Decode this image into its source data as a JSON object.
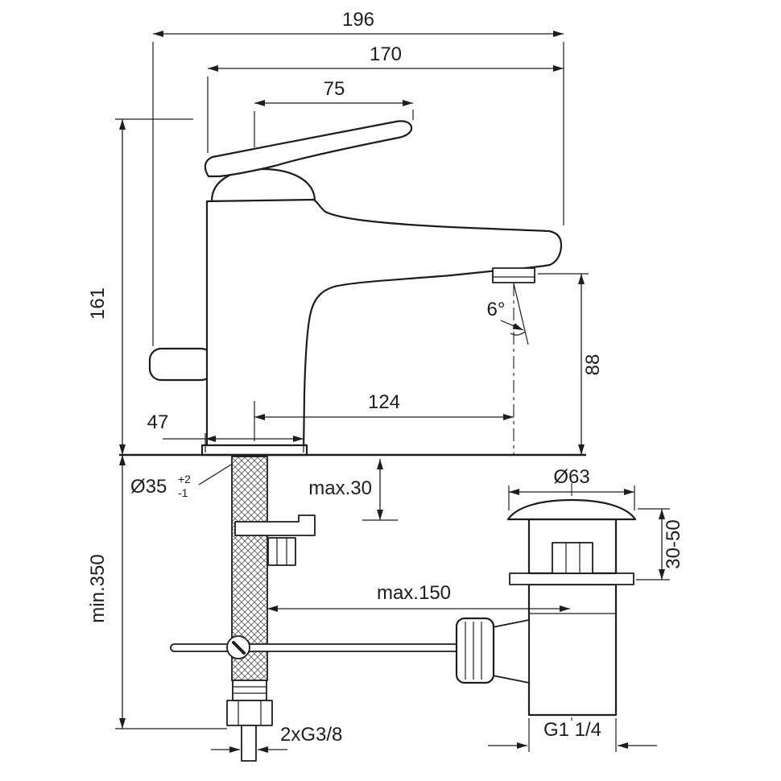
{
  "drawing": {
    "type": "technical-dimension-drawing",
    "subject": "single-lever basin mixer with pop-up waste",
    "line_color": "#1d1d1d",
    "background": "#ffffff",
    "dims": {
      "overall_width": "196",
      "body_to_spout_tip": "170",
      "handle_length": "75",
      "total_height": "161",
      "spout_angle": "6°",
      "spout_outlet_height": "88",
      "spout_reach": "124",
      "base_width": "47",
      "mounting_hole": "Ø35",
      "mounting_hole_tol_plus": "+2",
      "mounting_hole_tol_minus": "-1",
      "max_deck_thickness": "max.30",
      "min_hose_length": "min.350",
      "waste_flange_diameter": "Ø63",
      "waste_adjust_range": "30-50",
      "max_rod_reach": "max.150",
      "supply_thread": "2xG3/8",
      "waste_thread": "G1 1/4"
    }
  }
}
